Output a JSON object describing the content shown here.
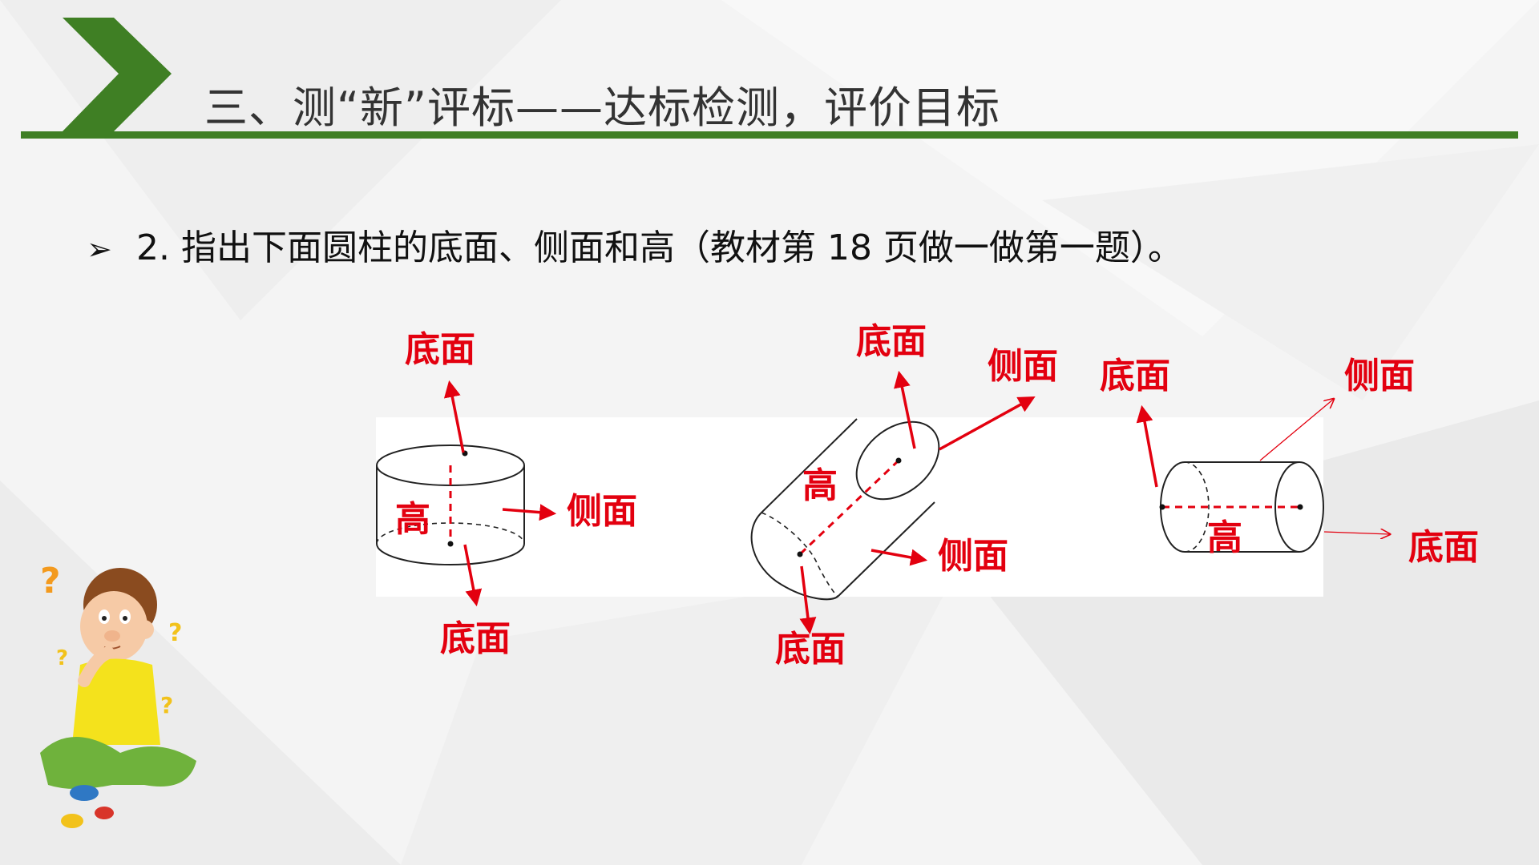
{
  "header": {
    "title": "三、测“新”评标——达标检测，评价目标",
    "accent_color": "#3f7f24",
    "chevron_icon": "chevron-right-icon"
  },
  "question": {
    "bullet_icon": "arrow-bullet-icon",
    "text": "2. 指出下面圆柱的底面、侧面和高（教材第 18 页做一做第一题）。"
  },
  "diagrams": {
    "label_color": "#e3000f",
    "cylinder1": {
      "top_base": "底面",
      "height": "高",
      "side": "侧面",
      "bottom_base": "底面"
    },
    "cylinder2": {
      "top_base": "底面",
      "side_upper": "侧面",
      "height": "高",
      "side_lower": "侧面",
      "bottom_base": "底面"
    },
    "cylinder3": {
      "left_base": "底面",
      "side": "侧面",
      "height": "高",
      "right_base": "底面"
    }
  },
  "illustration": {
    "name": "thinking-boy"
  }
}
